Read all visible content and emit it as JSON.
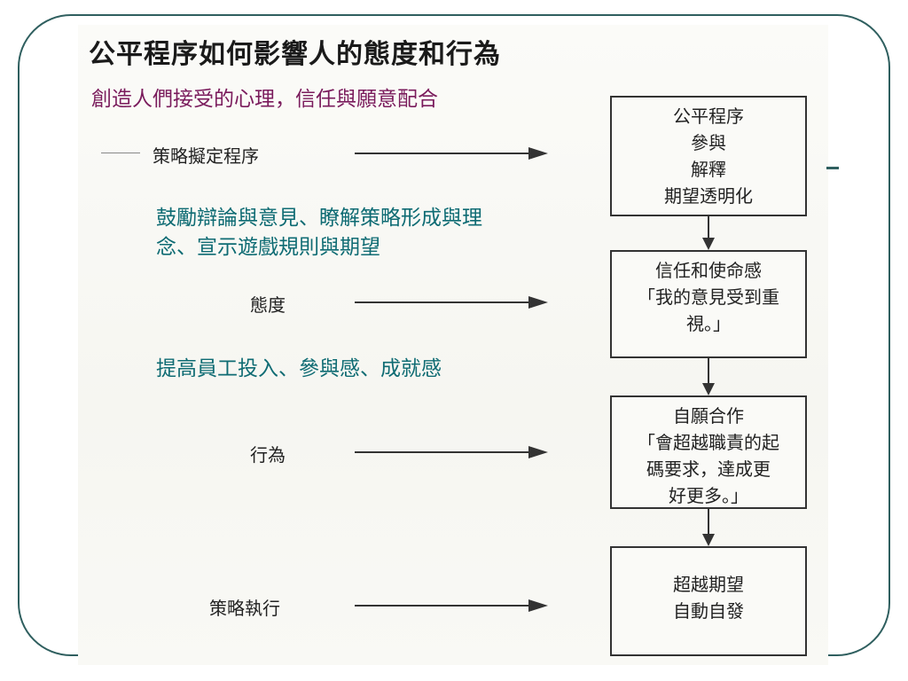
{
  "title": "公平程序如何影響人的態度和行為",
  "subtitle": "創造人們接受的心理，信任與願意配合",
  "notes": [
    {
      "lines": [
        "鼓勵辯論與意見、瞭解策略形成與理",
        "念、宣示遊戲規則與期望"
      ]
    },
    {
      "lines": [
        "提高員工投入、參與感、成就感"
      ]
    }
  ],
  "stages": [
    "策略擬定程序",
    "態度",
    "行為",
    "策略執行"
  ],
  "boxes": [
    {
      "lines": [
        "公平程序",
        "參與",
        "解釋",
        "期望透明化"
      ]
    },
    {
      "lines": [
        "信任和使命感",
        "「我的意見受到重",
        "視。」"
      ]
    },
    {
      "lines": [
        "自願合作",
        "「會超越職責的起",
        "碼要求，達成更",
        "好更多。」"
      ]
    },
    {
      "lines": [
        "超越期望",
        "自動自發"
      ]
    }
  ],
  "colors": {
    "frame": "#2f5f5f",
    "subtitle": "#7a1b5c",
    "note": "#0e6b73"
  }
}
